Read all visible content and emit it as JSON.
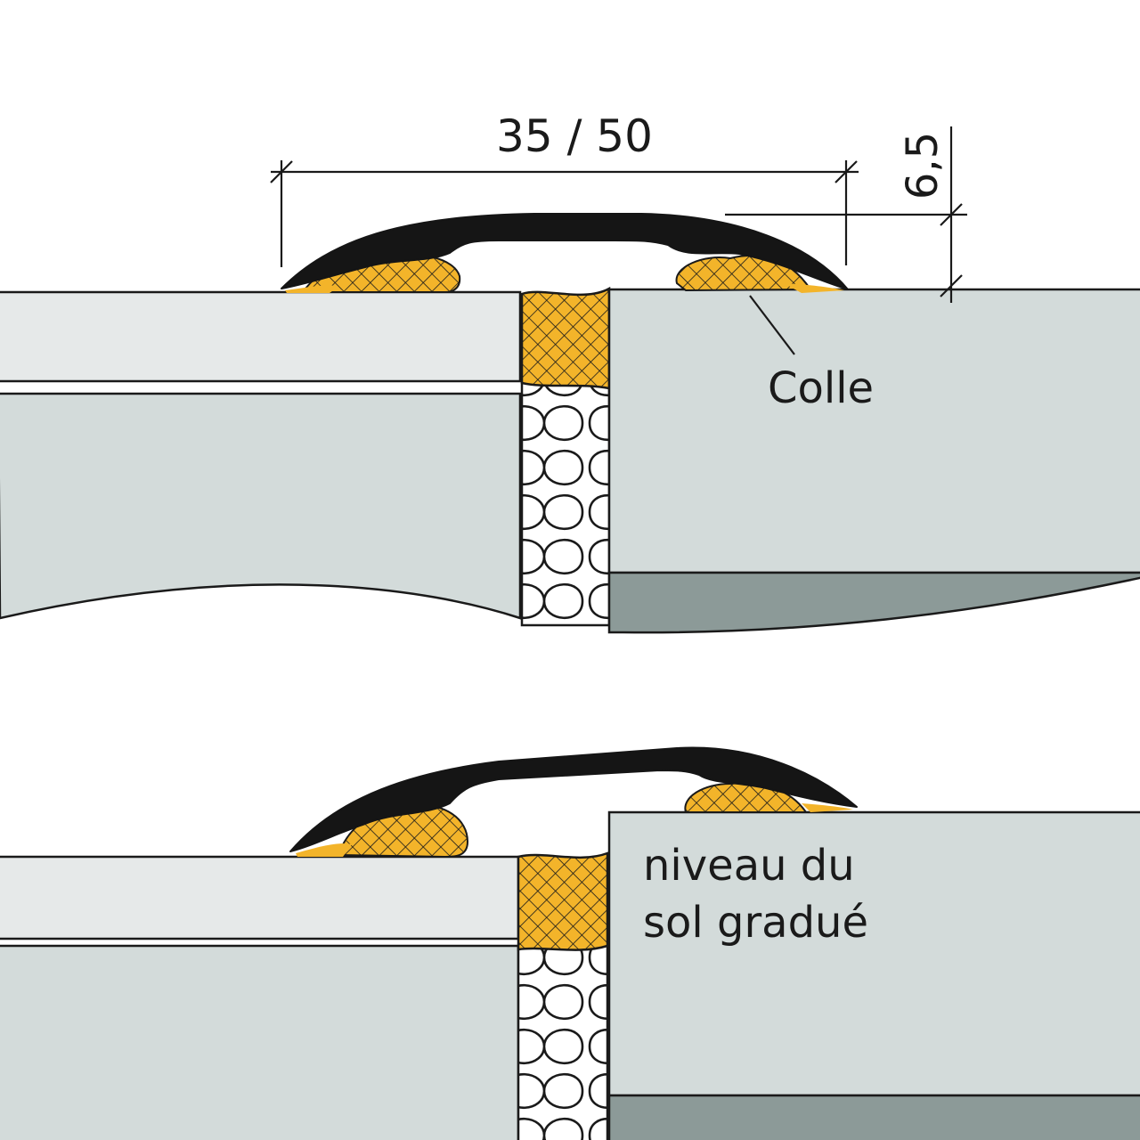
{
  "labels": {
    "width_dimension": "35 / 50",
    "height_dimension": "6,5",
    "adhesive": "Colle",
    "level_line1": "niveau du",
    "level_line2": "sol gradué"
  },
  "colors": {
    "profile": "#151515",
    "adhesive": "#f3b42a",
    "floor_top": "#e6e9e9",
    "floor_body": "#d3dbda",
    "floor_dark": "#8c9a98",
    "outline": "#1a1a1a",
    "background": "#ffffff"
  }
}
